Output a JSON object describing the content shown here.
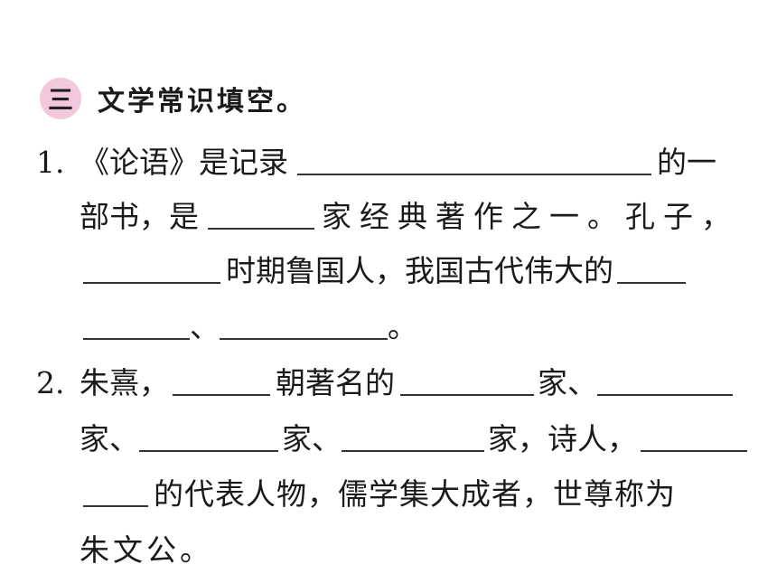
{
  "section": {
    "badge": "三",
    "title": "文学常识填空。"
  },
  "q1": {
    "number": "1.",
    "l1_a": "《论语》是记录",
    "l1_b": "的一",
    "l2_a": "部书，是",
    "l2_b": "家经典著作之一。孔子，",
    "l3_a": "时期鲁国人，我国古代伟大的",
    "l4_sep": "、",
    "l4_end": "。"
  },
  "q2": {
    "number": "2.",
    "l1_a": "朱熹，",
    "l1_b": "朝著名的",
    "l1_c": "家、",
    "l2_a": "家、",
    "l2_b": "家、",
    "l2_c": "家，诗人，",
    "l3_a": "的代表人物，儒学集大成者，世尊称为",
    "l4_a": "朱文公。"
  }
}
